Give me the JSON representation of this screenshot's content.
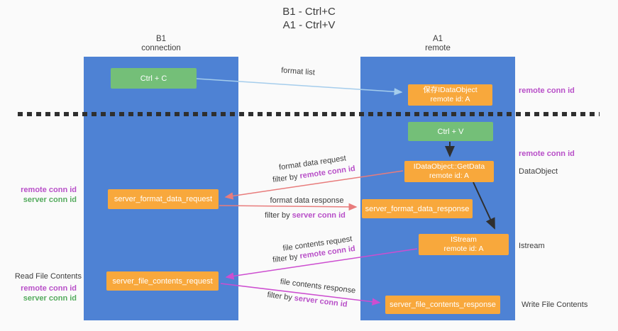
{
  "title": {
    "line1": "B1 - Ctrl+C",
    "line2": "A1 - Ctrl+V"
  },
  "columns": {
    "b1": {
      "name": "B1",
      "subtitle": "connection"
    },
    "a1": {
      "name": "A1",
      "subtitle": "remote"
    }
  },
  "nodes": {
    "ctrl_c": {
      "label": "Ctrl + C"
    },
    "ctrl_v": {
      "label": "Ctrl + V"
    },
    "save_dataobject": {
      "line1": "保存IDataObject",
      "line2": "remote id: A"
    },
    "getdata": {
      "line1": "IDataObject::GetData",
      "line2": "remote id: A"
    },
    "istream": {
      "line1": "IStream",
      "line2": "remote id: A"
    },
    "server_format_data_request": {
      "label": "server_format_data_request"
    },
    "server_format_data_response": {
      "label": "server_format_data_response"
    },
    "server_file_contents_request": {
      "label": "server_file_contents_request"
    },
    "server_file_contents_response": {
      "label": "server_file_contents_response"
    }
  },
  "arrow_labels": {
    "format_list": "format list",
    "format_data_request": "format data request",
    "format_data_response": "format data response",
    "file_contents_request": "file contents request",
    "file_contents_response": "file contents response",
    "filter_prefix": "filter by ",
    "remote_conn_id": "remote conn id",
    "server_conn_id": "server conn id"
  },
  "side_labels": {
    "right_remote_conn_id_top": "remote conn id",
    "right_remote_conn_id_mid": "remote conn id",
    "dataobject": "DataObject",
    "istream": "Istream",
    "write_file_contents": "Write File Contents",
    "left_remote_conn_id_mid": "remote conn id",
    "left_server_conn_id_mid": "server conn id",
    "read_file_contents": "Read File Contents",
    "left_remote_conn_id_bottom": "remote conn id",
    "left_server_conn_id_bottom": "server conn id"
  },
  "colors": {
    "column_blue": "#4e82d4",
    "node_orange": "#f8a83c",
    "node_green": "#74bf78",
    "arrow_red": "#e87c7c",
    "arrow_magenta": "#cd4ed0",
    "arrow_lightblue": "#a5cdec",
    "arrow_black": "#2f2f2f",
    "text_purple": "#b84fc8",
    "text_green": "#55ab5e",
    "text_dark": "#3c3c3c"
  }
}
